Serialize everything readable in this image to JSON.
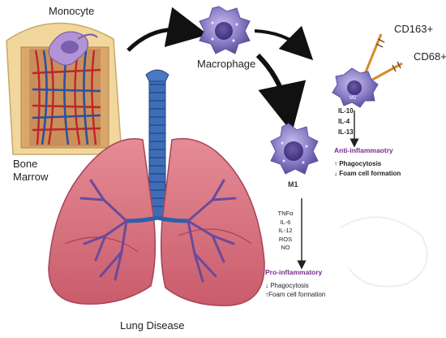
{
  "labels": {
    "monocyte": "Monocyte",
    "macrophage": "Macrophage",
    "bone_marrow_line1": "Bone",
    "bone_marrow_line2": "Marrow",
    "lung_disease": "Lung Disease",
    "cd163": "CD163+",
    "cd68": "CD68+",
    "m2": "M2",
    "m1": "M1"
  },
  "m2_cytokines": [
    "IL-10",
    "IL-4",
    "IL-13"
  ],
  "m2_outcome": {
    "title": "Anti-inflammaotry",
    "effects": [
      "↑ Phagocytosis",
      "↓ Foam cell formation"
    ]
  },
  "m1_cytokines": [
    "TNFα",
    "IL-6",
    "IL-12",
    "ROS",
    "NO"
  ],
  "m1_outcome": {
    "title": "Pro-inflammatory",
    "effects": [
      "↓ Phagocytosis",
      "↑Foam cell formation"
    ]
  },
  "colors": {
    "cell_purple": "#8c7fc9",
    "accent_purple": "#7a2d8c",
    "lung_pink": "#d9737f",
    "airway_blue": "#2f5fa8",
    "bone_tan": "#e9c98b",
    "vessel_red": "#c0242b"
  }
}
